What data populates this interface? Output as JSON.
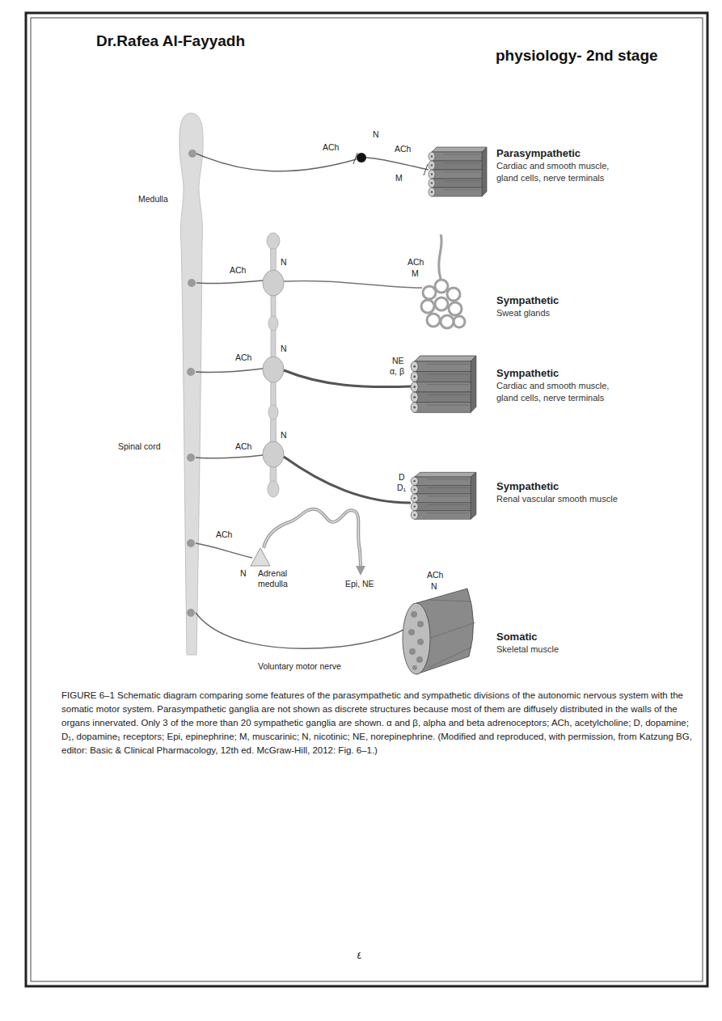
{
  "diagram": {
    "caption": "FIGURE 6–1 Schematic diagram comparing some features of the parasympathetic and sympathetic divisions of the autonomic nervous system with the somatic motor system. Parasympathetic ganglia are not shown as discrete structures because most of them are diffusely distributed in the walls of the organs innervated. Only 3 of the more than 20 sympathetic ganglia are shown. α and β, alpha and beta adrenoceptors; ACh, acetylcholine; D, dopamine; D₁, dopamine₁ receptors; Epi, epinephrine; M, muscarinic; N, nicotinic; NE, norepinephrine. (Modified and reproduced, with permission, from Katzung BG, editor: Basic & Clinical Pharmacology, 12th ed. McGraw-Hill, 2012: Fig. 6–1.)",
    "nodes": [
      {
        "text": [
          "Parasympathetic",
          "Cardiac and smooth muscle, gland cells, nerve terminals"
        ]
      },
      {
        "text": [
          "Sympathetic",
          "Sweat glands"
        ]
      },
      {
        "text": [
          "Sympathetic",
          "Cardiac and smooth muscle, gland cells, nerve terminals"
        ]
      },
      {
        "text": [
          "Sympathetic",
          "Renal vascular smooth muscle"
        ]
      },
      {
        "text": [
          "Somatic",
          "Skeletal muscle"
        ]
      }
    ],
    "labels": [
      "Dr.Rafea Al-Fayyadh",
      "physiology- 2nd stage",
      "Medulla",
      "Spinal cord",
      "ACh",
      "N",
      "ACh",
      "M",
      "ACh",
      "N",
      "ACh",
      "M",
      "ACh",
      "N",
      "NE",
      "α, β",
      "ACh",
      "N",
      "D",
      "D₁",
      "ACh",
      "N",
      "Adrenal medulla",
      "Epi, NE",
      "ACh",
      "N",
      "Voluntary motor nerve",
      "٤"
    ]
  }
}
